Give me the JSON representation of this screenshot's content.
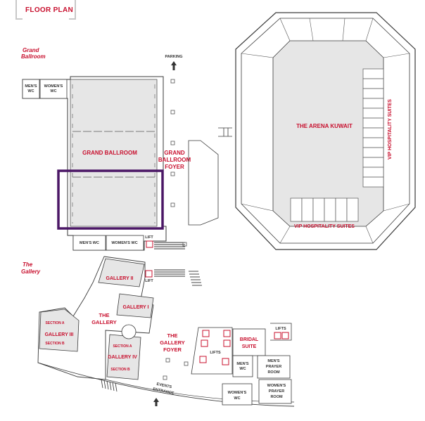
{
  "header": {
    "title": "FLOOR PLAN"
  },
  "sections": {
    "grand_ballroom_line1": "Grand",
    "grand_ballroom_line2": "Ballroom",
    "gallery_line1": "The",
    "gallery_line2": "Gallery"
  },
  "labels": {
    "parking": "PARKING",
    "mens_wc_top": "MEN'S",
    "mens_wc_top2": "WC",
    "womens_wc_top": "WOMEN'S",
    "womens_wc_top2": "WC",
    "grand_ballroom": "GRAND BALLROOM",
    "foyer1": "GRAND",
    "foyer2": "BALLROOM",
    "foyer3": "FOYER",
    "mens_wc_bottom": "MEN'S WC",
    "womens_wc_bottom": "WOMEN'S WC",
    "lift": "LIFT",
    "arena": "THE ARENA KUWAIT",
    "vip_vertical": "VIP HOSPITALITY SUITES",
    "vip_horizontal": "VIP HOSPITALITY SUITES",
    "gallery_ii": "GALLERY II",
    "lift_gallery": "LIFT",
    "gallery_i": "GALLERY I",
    "the_gallery1": "THE",
    "the_gallery2": "GALLERY",
    "section_a_left": "SECTION A",
    "gallery_iii": "GALLERY III",
    "section_b_left": "SECTION B",
    "section_a_right": "SECTION A",
    "gallery_iv": "GALLERY IV",
    "section_b_right": "SECTION B",
    "gallery_foyer1": "THE",
    "gallery_foyer2": "GALLERY",
    "gallery_foyer3": "FOYER",
    "lifts_center": "LIFTS",
    "bridal1": "BRIDAL",
    "bridal2": "SUITE",
    "lifts_right": "LIFTS",
    "mens_wc_g1": "MEN'S",
    "mens_wc_g2": "WC",
    "mens_prayer1": "MEN'S",
    "mens_prayer2": "PRAYER",
    "mens_prayer3": "ROOM",
    "womens_wc_g1": "WOMEN'S",
    "womens_wc_g2": "WC",
    "womens_prayer1": "WOMEN'S",
    "womens_prayer2": "PRAYER",
    "womens_prayer3": "ROOM",
    "events1": "EVENTS",
    "events2": "ENTRANCE"
  },
  "colors": {
    "accent": "#c8102e",
    "highlight": "#4b1766",
    "room_fill": "#e6e6e6",
    "line": "#3a3a3a"
  }
}
